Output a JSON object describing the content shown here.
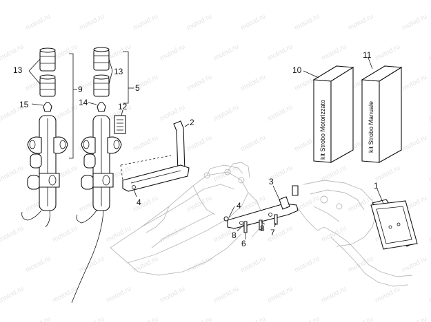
{
  "diagram": {
    "watermark_text": "motod.ru",
    "callouts": {
      "c1": "1",
      "c2": "2",
      "c3": "3",
      "c4a": "4",
      "c4b": "4",
      "c5": "5",
      "c6": "6",
      "c7": "7",
      "c8a": "8",
      "c8b": "8",
      "c9": "9",
      "c10": "10",
      "c11": "11",
      "c12": "12",
      "c13a": "13",
      "c13b": "13",
      "c14": "14",
      "c15": "15"
    },
    "kits": {
      "motorized": "kit Strobo Motorizzato",
      "manual": "kit Strobo Manuale"
    }
  }
}
